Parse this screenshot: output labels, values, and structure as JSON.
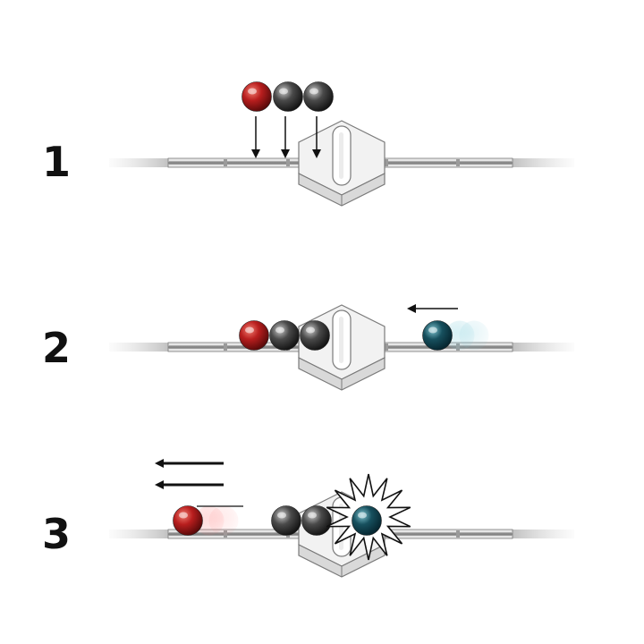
{
  "steps": [
    {
      "number": "1"
    },
    {
      "number": "2"
    },
    {
      "number": "3"
    }
  ],
  "colors": {
    "red_ball": "#b81e1e",
    "gray_ball": "#4a4a4a",
    "teal_ball": "#17505e",
    "rod": "#8a8a8a",
    "block_top": "#f2f2f2",
    "block_side": "#d9d9d9",
    "outline": "#7a7a7a",
    "arrow": "#111111"
  }
}
